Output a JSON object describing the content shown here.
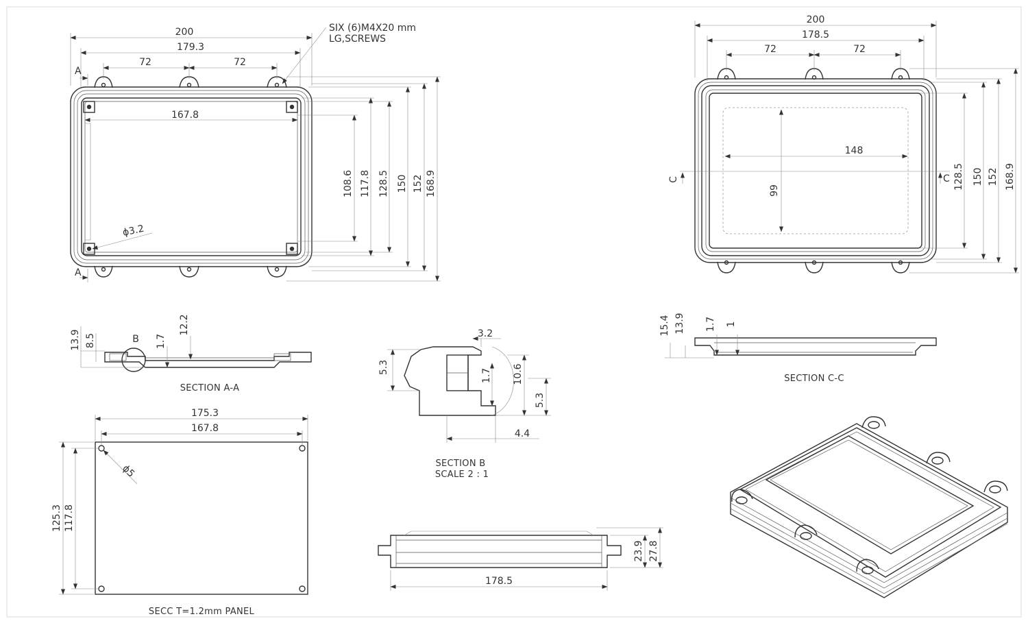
{
  "colors": {
    "line": "#333333",
    "paper": "#ffffff",
    "border": "#dddddd"
  },
  "top_view": {
    "width_overall": "200",
    "width_flange": "179.3",
    "hole_pitch_left": "72",
    "hole_pitch_right": "72",
    "inner_width": "167.8",
    "screw_note_line1": "SIX (6)M4X20 mm",
    "screw_note_line2": "LG,SCREWS",
    "hole_diameter": "ϕ3.2",
    "section_marker": "A",
    "heights": [
      "108.6",
      "117.8",
      "128.5",
      "150",
      "152",
      "168.9"
    ]
  },
  "bottom_view": {
    "width_overall": "200",
    "width_flange": "178.5",
    "hole_pitch_left": "72",
    "hole_pitch_right": "72",
    "window_width": "148",
    "window_height": "99",
    "section_marker": "C",
    "heights": [
      "128.5",
      "150",
      "152",
      "168.9"
    ]
  },
  "section_aa": {
    "title": "SECTION A-A",
    "detail_marker": "B",
    "dims": [
      "13.9",
      "8.5",
      "1.7",
      "12.2"
    ]
  },
  "section_b": {
    "title_line1": "SECTION B",
    "title_line2": "SCALE 2 : 1",
    "dims": {
      "top": "3.2",
      "left": "5.3",
      "inner": "1.7",
      "right1": "10.6",
      "right2": "5.3",
      "bottom": "4.4"
    }
  },
  "section_cc": {
    "title": "SECTION C-C",
    "dims": [
      "15.4",
      "13.9",
      "1.7",
      "1"
    ]
  },
  "panel": {
    "title": "SECC T=1.2mm PANEL",
    "width_overall": "175.3",
    "width_holes": "167.8",
    "height_overall": "125.3",
    "height_holes": "117.8",
    "hole_diameter": "ϕ5"
  },
  "side_view": {
    "length": "178.5",
    "height_inner": "23.9",
    "height_overall": "27.8"
  }
}
